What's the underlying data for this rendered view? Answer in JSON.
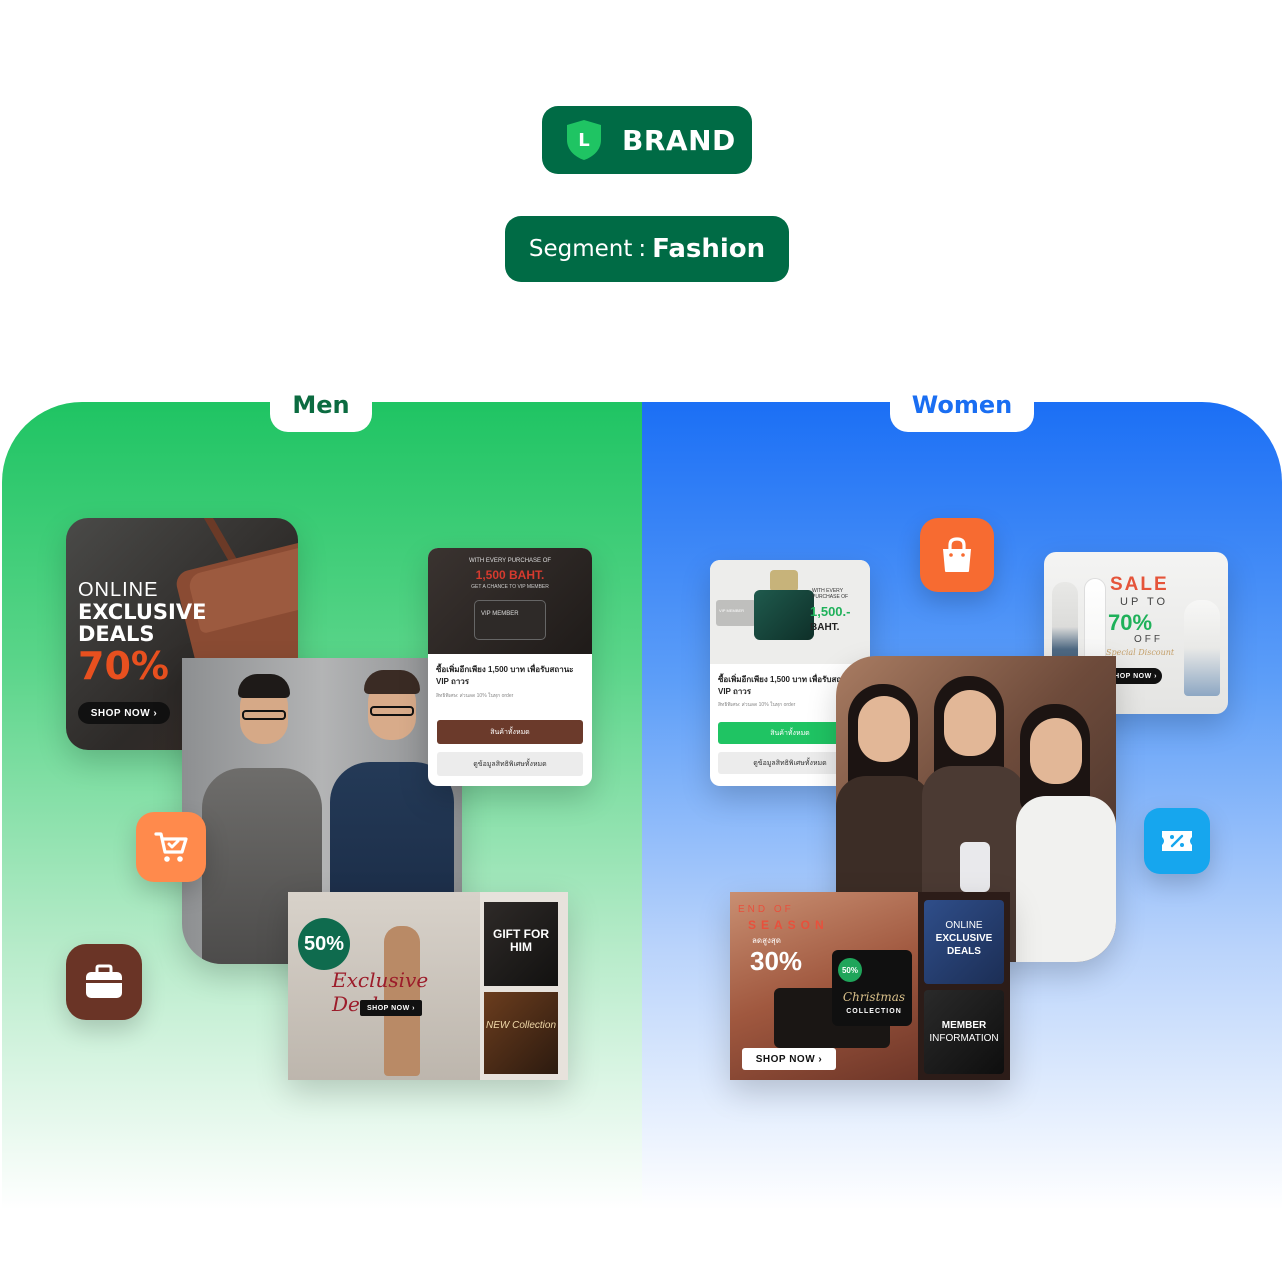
{
  "header": {
    "brand_logo_letter": "L",
    "brand_label": "BRAND",
    "segment_label": "Segment",
    "segment_separator": ":",
    "segment_value": "Fashion"
  },
  "colors": {
    "brand_green": "#006b45",
    "men_panel": "#1fc463",
    "women_panel": "#1b6ff5",
    "men_tab_text": "#0b6b40",
    "women_tab_text": "#1a6ef2"
  },
  "men": {
    "tab_label": "Men",
    "bag_banner": {
      "line1": "ONLINE",
      "line2": "EXCLUSIVE",
      "line3": "DEALS",
      "percent": "70%",
      "button": "SHOP NOW ›"
    },
    "vip_card": {
      "line1": "WITH EVERY PURCHASE OF",
      "amount": "1,500 BAHT.",
      "line3": "GET A CHANCE TO VIP MEMBER",
      "member_card": "VIP MEMBER",
      "description": "ซื้อเพิ่มอีกเพียง 1,500 บาท เพื่อรับสถานะ VIP ถาวร",
      "note": "สิทธิพิเศษ: ส่วนลด 10% ในทุก order",
      "button_primary": "สินค้าทั้งหมด",
      "button_secondary": "ดูข้อมูลสิทธิพิเศษทั้งหมด"
    },
    "deals_banner": {
      "badge": "50%",
      "title": "Exclusive Deals",
      "button": "SHOP NOW ›",
      "tile1": "GIFT FOR HIM",
      "tile2": "NEW Collection"
    },
    "icons": {
      "cart": "shopping-cart-icon",
      "briefcase": "briefcase-icon"
    }
  },
  "women": {
    "tab_label": "Women",
    "perfume_card": {
      "vip_tag": "VIP MEMBER",
      "line1": "WITH EVERY PURCHASE OF",
      "amount": "1,500.-",
      "currency": "BAHT.",
      "description": "ซื้อเพิ่มอีกเพียง 1,500 บาท เพื่อรับสถานะ VIP ถาวร",
      "note": "สิทธิพิเศษ: ส่วนลด 10% ในทุก order",
      "button_primary": "สินค้าทั้งหมด",
      "button_secondary": "ดูข้อมูลสิทธิพิเศษทั้งหมด"
    },
    "sale_card": {
      "line1": "SALE",
      "line2": "UP TO",
      "percent": "70%",
      "line4": "OFF",
      "line5": "Special Discount",
      "button": "SHOP NOW ›"
    },
    "season_banner": {
      "line1": "END OF",
      "line2": "SEASON",
      "line3": "ลดสูงสุด",
      "percent": "30%",
      "button": "SHOP NOW ›",
      "xmas_badge": "50%",
      "xmas_title": "Christmas",
      "xmas_sub": "COLLECTION",
      "tile1_a": "ONLINE",
      "tile1_b": "EXCLUSIVE",
      "tile1_c": "DEALS",
      "tile2_a": "MEMBER",
      "tile2_b": "INFORMATION"
    },
    "icons": {
      "shopping_bag": "shopping-bag-icon",
      "ticket": "discount-ticket-icon"
    }
  }
}
